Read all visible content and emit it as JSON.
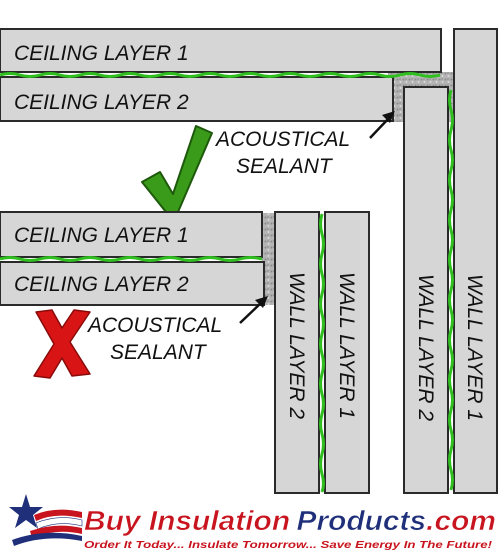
{
  "colors": {
    "board_fill": "#d6d6d6",
    "board_stroke": "#2a2a2a",
    "seam_green": "#2fbf1f",
    "sealant_grey": "#a8a8a8",
    "check_green": "#3a9a1a",
    "x_red": "#d81414",
    "brand_red": "#c8141e",
    "brand_navy": "#1f2f7a"
  },
  "correct_assembly": {
    "ceiling_layer_1": "CEILING LAYER 1",
    "ceiling_layer_2": "CEILING LAYER 2",
    "sealant_line_1": "ACOUSTICAL",
    "sealant_line_2": "SEALANT",
    "wall_layer_2": "WALL LAYER 2",
    "wall_layer_1": "WALL LAYER 1",
    "mark": "check-icon"
  },
  "incorrect_assembly": {
    "ceiling_layer_1": "CEILING LAYER 1",
    "ceiling_layer_2": "CEILING LAYER 2",
    "sealant_line_1": "ACOUSTICAL",
    "sealant_line_2": "SEALANT",
    "wall_layer_2": "WALL LAYER 2",
    "wall_layer_1": "WALL LAYER 1",
    "mark": "x-icon"
  },
  "logo": {
    "brand_part_1": "Buy Insulation",
    "brand_part_2": "Products",
    "brand_part_3": ".com",
    "tagline": "Order It Today... Insulate Tomorrow... Save Energy In The Future!"
  }
}
